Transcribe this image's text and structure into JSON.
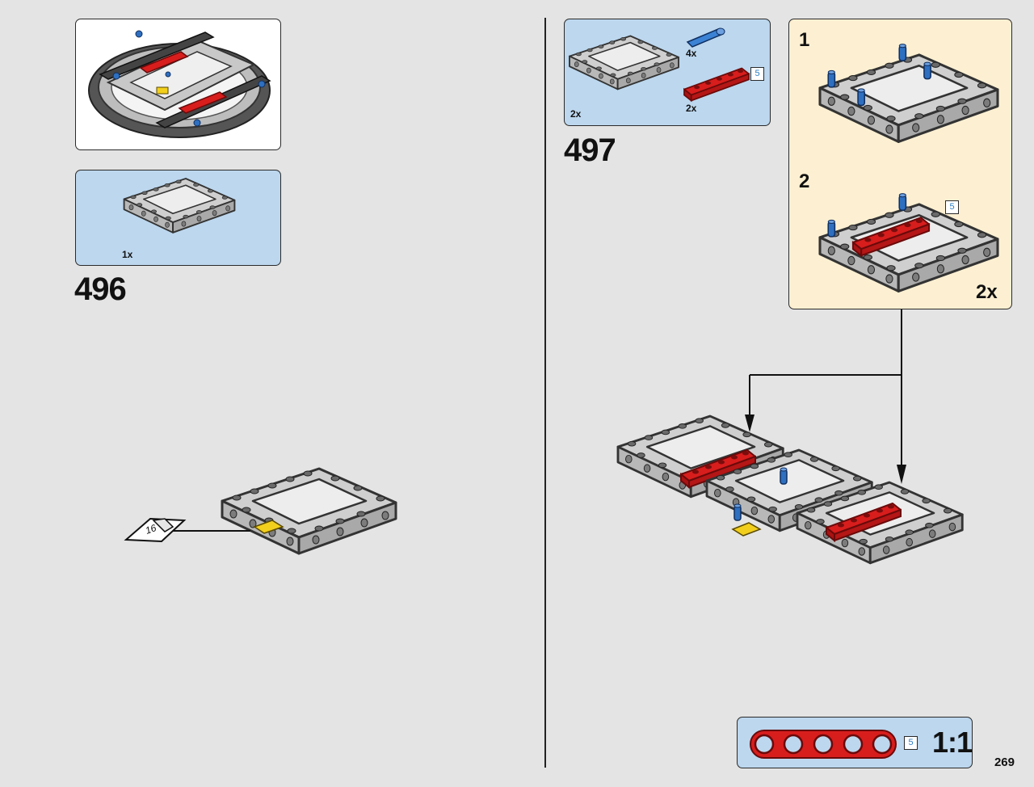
{
  "left_page": {
    "step_number": "496",
    "parts_list": [
      {
        "quantity": "1x",
        "part_icon": "frame-5x7-white-icon"
      }
    ],
    "callout_icon": "page-reference-flag-icon",
    "callout_page": "16"
  },
  "right_page": {
    "step_number": "497",
    "parts_list": [
      {
        "quantity": "4x",
        "part_icon": "axle-pin-blue-icon"
      },
      {
        "quantity": "2x",
        "part_icon": "liftarm-red-5-icon",
        "length": "5"
      },
      {
        "quantity": "2x",
        "part_icon": "frame-5x7-white-icon"
      }
    ],
    "substeps": [
      {
        "number": "1"
      },
      {
        "number": "2",
        "length": "5"
      }
    ],
    "sub_multiplier": "2x",
    "scale_reference": {
      "length": "5",
      "label": "1:1"
    }
  },
  "page_number": "269",
  "colors": {
    "background": "#e4e4e4",
    "parts_box": "#bcd7ee",
    "substep_box": "#fdf0d2",
    "red_beam": "#d81d1d",
    "blue_pin": "#2e6fc0",
    "frame_gray": "#cfcfcf",
    "sticker_yellow": "#f2cf1c"
  }
}
